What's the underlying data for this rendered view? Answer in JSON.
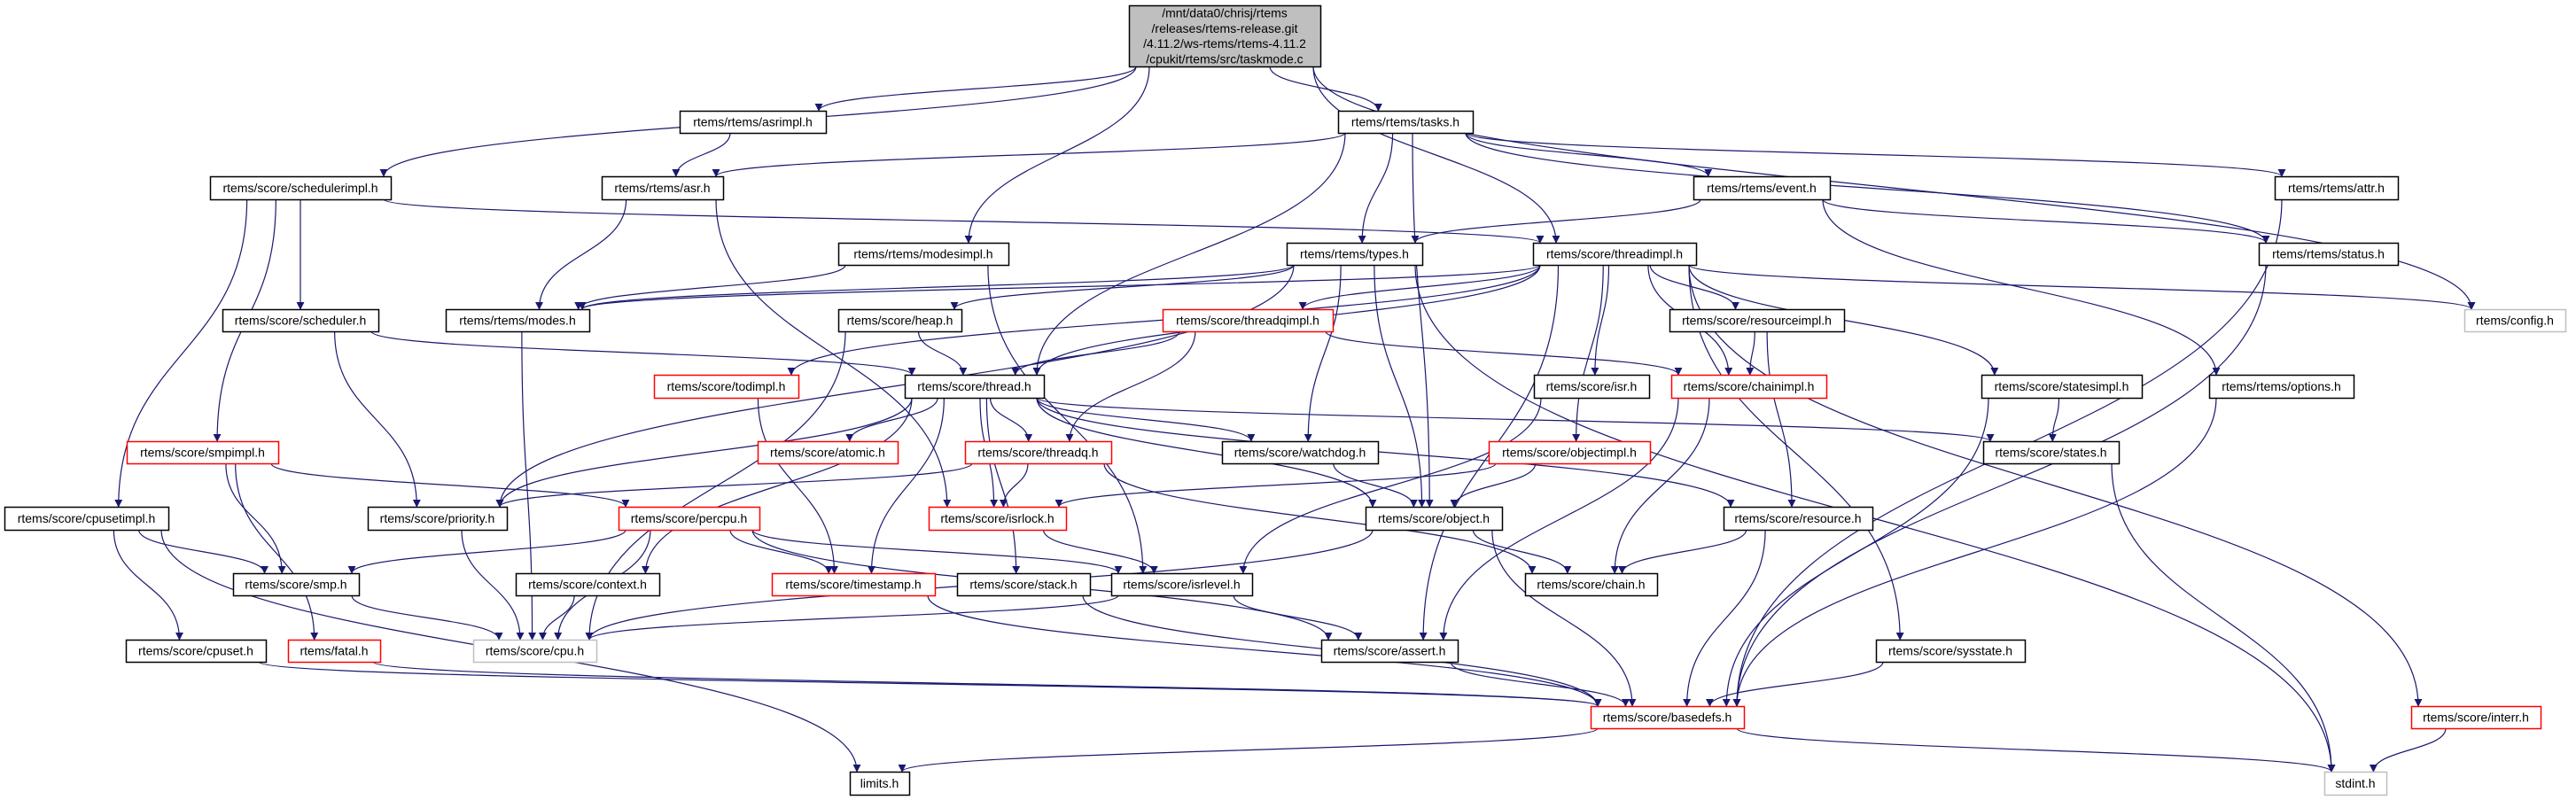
{
  "colors": {
    "edge": "#191970",
    "border_default": "#000000",
    "border_red": "#ff0000",
    "border_gray": "#bfbfbf",
    "root_fill": "#bfbfbf",
    "node_fill": "#ffffff"
  },
  "root": {
    "id": "root",
    "lines": [
      "/mnt/data0/chrisj/rtems",
      "/releases/rtems-release.git",
      "/4.11.2/ws-rtems/rtems-4.11.2",
      "/cpukit/rtems/src/taskmode.c"
    ]
  },
  "nodes": [
    {
      "id": "asrimpl",
      "label": "rtems/rtems/asrimpl.h",
      "border": "default"
    },
    {
      "id": "tasks",
      "label": "rtems/rtems/tasks.h",
      "border": "default"
    },
    {
      "id": "schedulerimpl",
      "label": "rtems/score/schedulerimpl.h",
      "border": "default"
    },
    {
      "id": "asr",
      "label": "rtems/rtems/asr.h",
      "border": "default"
    },
    {
      "id": "event",
      "label": "rtems/rtems/event.h",
      "border": "default"
    },
    {
      "id": "attr",
      "label": "rtems/rtems/attr.h",
      "border": "default"
    },
    {
      "id": "modesimpl",
      "label": "rtems/rtems/modesimpl.h",
      "border": "default"
    },
    {
      "id": "types",
      "label": "rtems/rtems/types.h",
      "border": "default"
    },
    {
      "id": "threadimpl",
      "label": "rtems/score/threadimpl.h",
      "border": "default"
    },
    {
      "id": "status",
      "label": "rtems/rtems/status.h",
      "border": "default"
    },
    {
      "id": "scheduler",
      "label": "rtems/score/scheduler.h",
      "border": "default"
    },
    {
      "id": "modes",
      "label": "rtems/rtems/modes.h",
      "border": "default"
    },
    {
      "id": "heap",
      "label": "rtems/score/heap.h",
      "border": "default"
    },
    {
      "id": "threadqimpl",
      "label": "rtems/score/threadqimpl.h",
      "border": "red"
    },
    {
      "id": "resourceimpl",
      "label": "rtems/score/resourceimpl.h",
      "border": "default"
    },
    {
      "id": "config",
      "label": "rtems/config.h",
      "border": "gray"
    },
    {
      "id": "todimpl",
      "label": "rtems/score/todimpl.h",
      "border": "red"
    },
    {
      "id": "thread",
      "label": "rtems/score/thread.h",
      "border": "default"
    },
    {
      "id": "isr",
      "label": "rtems/score/isr.h",
      "border": "default"
    },
    {
      "id": "chainimpl",
      "label": "rtems/score/chainimpl.h",
      "border": "red"
    },
    {
      "id": "statesimpl",
      "label": "rtems/score/statesimpl.h",
      "border": "default"
    },
    {
      "id": "options",
      "label": "rtems/rtems/options.h",
      "border": "default"
    },
    {
      "id": "smpimpl",
      "label": "rtems/score/smpimpl.h",
      "border": "red"
    },
    {
      "id": "atomic",
      "label": "rtems/score/atomic.h",
      "border": "red"
    },
    {
      "id": "threadq",
      "label": "rtems/score/threadq.h",
      "border": "red"
    },
    {
      "id": "watchdog",
      "label": "rtems/score/watchdog.h",
      "border": "default"
    },
    {
      "id": "objectimpl",
      "label": "rtems/score/objectimpl.h",
      "border": "red"
    },
    {
      "id": "states",
      "label": "rtems/score/states.h",
      "border": "default"
    },
    {
      "id": "cpusetimpl",
      "label": "rtems/score/cpusetimpl.h",
      "border": "default"
    },
    {
      "id": "priority",
      "label": "rtems/score/priority.h",
      "border": "default"
    },
    {
      "id": "percpu",
      "label": "rtems/score/percpu.h",
      "border": "red"
    },
    {
      "id": "isrlock",
      "label": "rtems/score/isrlock.h",
      "border": "red"
    },
    {
      "id": "object",
      "label": "rtems/score/object.h",
      "border": "default"
    },
    {
      "id": "resource",
      "label": "rtems/score/resource.h",
      "border": "default"
    },
    {
      "id": "smp",
      "label": "rtems/score/smp.h",
      "border": "default"
    },
    {
      "id": "context",
      "label": "rtems/score/context.h",
      "border": "default"
    },
    {
      "id": "timestamp",
      "label": "rtems/score/timestamp.h",
      "border": "red"
    },
    {
      "id": "stack",
      "label": "rtems/score/stack.h",
      "border": "default"
    },
    {
      "id": "isrlevel",
      "label": "rtems/score/isrlevel.h",
      "border": "default"
    },
    {
      "id": "chain",
      "label": "rtems/score/chain.h",
      "border": "default"
    },
    {
      "id": "cpuset",
      "label": "rtems/score/cpuset.h",
      "border": "default"
    },
    {
      "id": "fatal",
      "label": "rtems/fatal.h",
      "border": "red"
    },
    {
      "id": "cpu",
      "label": "rtems/score/cpu.h",
      "border": "gray"
    },
    {
      "id": "assert",
      "label": "rtems/score/assert.h",
      "border": "default"
    },
    {
      "id": "sysstate",
      "label": "rtems/score/sysstate.h",
      "border": "default"
    },
    {
      "id": "basedefs",
      "label": "rtems/score/basedefs.h",
      "border": "red"
    },
    {
      "id": "interr",
      "label": "rtems/score/interr.h",
      "border": "red"
    },
    {
      "id": "limits",
      "label": "limits.h",
      "border": "default"
    },
    {
      "id": "stdint",
      "label": "stdint.h",
      "border": "gray"
    }
  ],
  "edges": [
    [
      "root",
      "schedulerimpl"
    ],
    [
      "root",
      "asrimpl"
    ],
    [
      "root",
      "modesimpl"
    ],
    [
      "root",
      "tasks"
    ],
    [
      "root",
      "threadimpl"
    ],
    [
      "root",
      "config"
    ],
    [
      "asrimpl",
      "asr"
    ],
    [
      "tasks",
      "asr"
    ],
    [
      "tasks",
      "types"
    ],
    [
      "tasks",
      "thread"
    ],
    [
      "tasks",
      "object"
    ],
    [
      "tasks",
      "event"
    ],
    [
      "tasks",
      "status"
    ],
    [
      "tasks",
      "attr"
    ],
    [
      "schedulerimpl",
      "threadimpl"
    ],
    [
      "schedulerimpl",
      "scheduler"
    ],
    [
      "schedulerimpl",
      "smpimpl"
    ],
    [
      "schedulerimpl",
      "cpusetimpl"
    ],
    [
      "asr",
      "modes"
    ],
    [
      "asr",
      "isrlock"
    ],
    [
      "event",
      "types"
    ],
    [
      "event",
      "status"
    ],
    [
      "event",
      "options"
    ],
    [
      "attr",
      "basedefs"
    ],
    [
      "modesimpl",
      "modes"
    ],
    [
      "modesimpl",
      "isrlevel"
    ],
    [
      "types",
      "modes"
    ],
    [
      "types",
      "heap"
    ],
    [
      "types",
      "priority"
    ],
    [
      "types",
      "watchdog"
    ],
    [
      "types",
      "object"
    ],
    [
      "types",
      "stdint"
    ],
    [
      "threadimpl",
      "thread"
    ],
    [
      "threadimpl",
      "threadqimpl"
    ],
    [
      "threadimpl",
      "todimpl"
    ],
    [
      "threadimpl",
      "isr"
    ],
    [
      "threadimpl",
      "chainimpl"
    ],
    [
      "threadimpl",
      "resourceimpl"
    ],
    [
      "threadimpl",
      "objectimpl"
    ],
    [
      "threadimpl",
      "statesimpl"
    ],
    [
      "threadimpl",
      "assert"
    ],
    [
      "threadimpl",
      "sysstate"
    ],
    [
      "threadimpl",
      "config"
    ],
    [
      "threadimpl",
      "interr"
    ],
    [
      "threadimpl",
      "modes"
    ],
    [
      "status",
      "basedefs"
    ],
    [
      "scheduler",
      "thread"
    ],
    [
      "scheduler",
      "priority"
    ],
    [
      "modes",
      "cpu"
    ],
    [
      "heap",
      "thread"
    ],
    [
      "heap",
      "cpu"
    ],
    [
      "threadqimpl",
      "thread"
    ],
    [
      "threadqimpl",
      "threadq"
    ],
    [
      "threadqimpl",
      "chainimpl"
    ],
    [
      "resourceimpl",
      "chainimpl"
    ],
    [
      "resourceimpl",
      "resource"
    ],
    [
      "todimpl",
      "timestamp"
    ],
    [
      "thread",
      "priority"
    ],
    [
      "thread",
      "atomic"
    ],
    [
      "thread",
      "threadq"
    ],
    [
      "thread",
      "isrlock"
    ],
    [
      "thread",
      "timestamp"
    ],
    [
      "thread",
      "watchdog"
    ],
    [
      "thread",
      "object"
    ],
    [
      "thread",
      "context"
    ],
    [
      "thread",
      "states"
    ],
    [
      "thread",
      "resource"
    ],
    [
      "thread",
      "stack"
    ],
    [
      "isr",
      "isrlevel"
    ],
    [
      "chainimpl",
      "chain"
    ],
    [
      "chainimpl",
      "assert"
    ],
    [
      "statesimpl",
      "states"
    ],
    [
      "statesimpl",
      "basedefs"
    ],
    [
      "options",
      "basedefs"
    ],
    [
      "smpimpl",
      "smp"
    ],
    [
      "smpimpl",
      "percpu"
    ],
    [
      "smpimpl",
      "fatal"
    ],
    [
      "threadq",
      "priority"
    ],
    [
      "threadq",
      "isrlock"
    ],
    [
      "threadq",
      "chain"
    ],
    [
      "watchdog",
      "object"
    ],
    [
      "objectimpl",
      "object"
    ],
    [
      "objectimpl",
      "isrlock"
    ],
    [
      "states",
      "stdint"
    ],
    [
      "cpusetimpl",
      "smp"
    ],
    [
      "cpusetimpl",
      "cpuset"
    ],
    [
      "cpusetimpl",
      "limits"
    ],
    [
      "percpu",
      "smp"
    ],
    [
      "percpu",
      "timestamp"
    ],
    [
      "percpu",
      "cpu"
    ],
    [
      "percpu",
      "isrlevel"
    ],
    [
      "percpu",
      "assert"
    ],
    [
      "isrlock",
      "isrlevel"
    ],
    [
      "object",
      "cpu"
    ],
    [
      "object",
      "chain"
    ],
    [
      "object",
      "basedefs"
    ],
    [
      "resource",
      "chain"
    ],
    [
      "resource",
      "basedefs"
    ],
    [
      "smp",
      "cpu"
    ],
    [
      "context",
      "cpu"
    ],
    [
      "priority",
      "cpu"
    ],
    [
      "timestamp",
      "basedefs"
    ],
    [
      "stack",
      "basedefs"
    ],
    [
      "isrlevel",
      "cpu"
    ],
    [
      "isrlevel",
      "assert"
    ],
    [
      "cpuset",
      "basedefs"
    ],
    [
      "fatal",
      "basedefs"
    ],
    [
      "assert",
      "basedefs"
    ],
    [
      "sysstate",
      "basedefs"
    ],
    [
      "basedefs",
      "limits"
    ],
    [
      "basedefs",
      "stdint"
    ],
    [
      "interr",
      "stdint"
    ]
  ]
}
